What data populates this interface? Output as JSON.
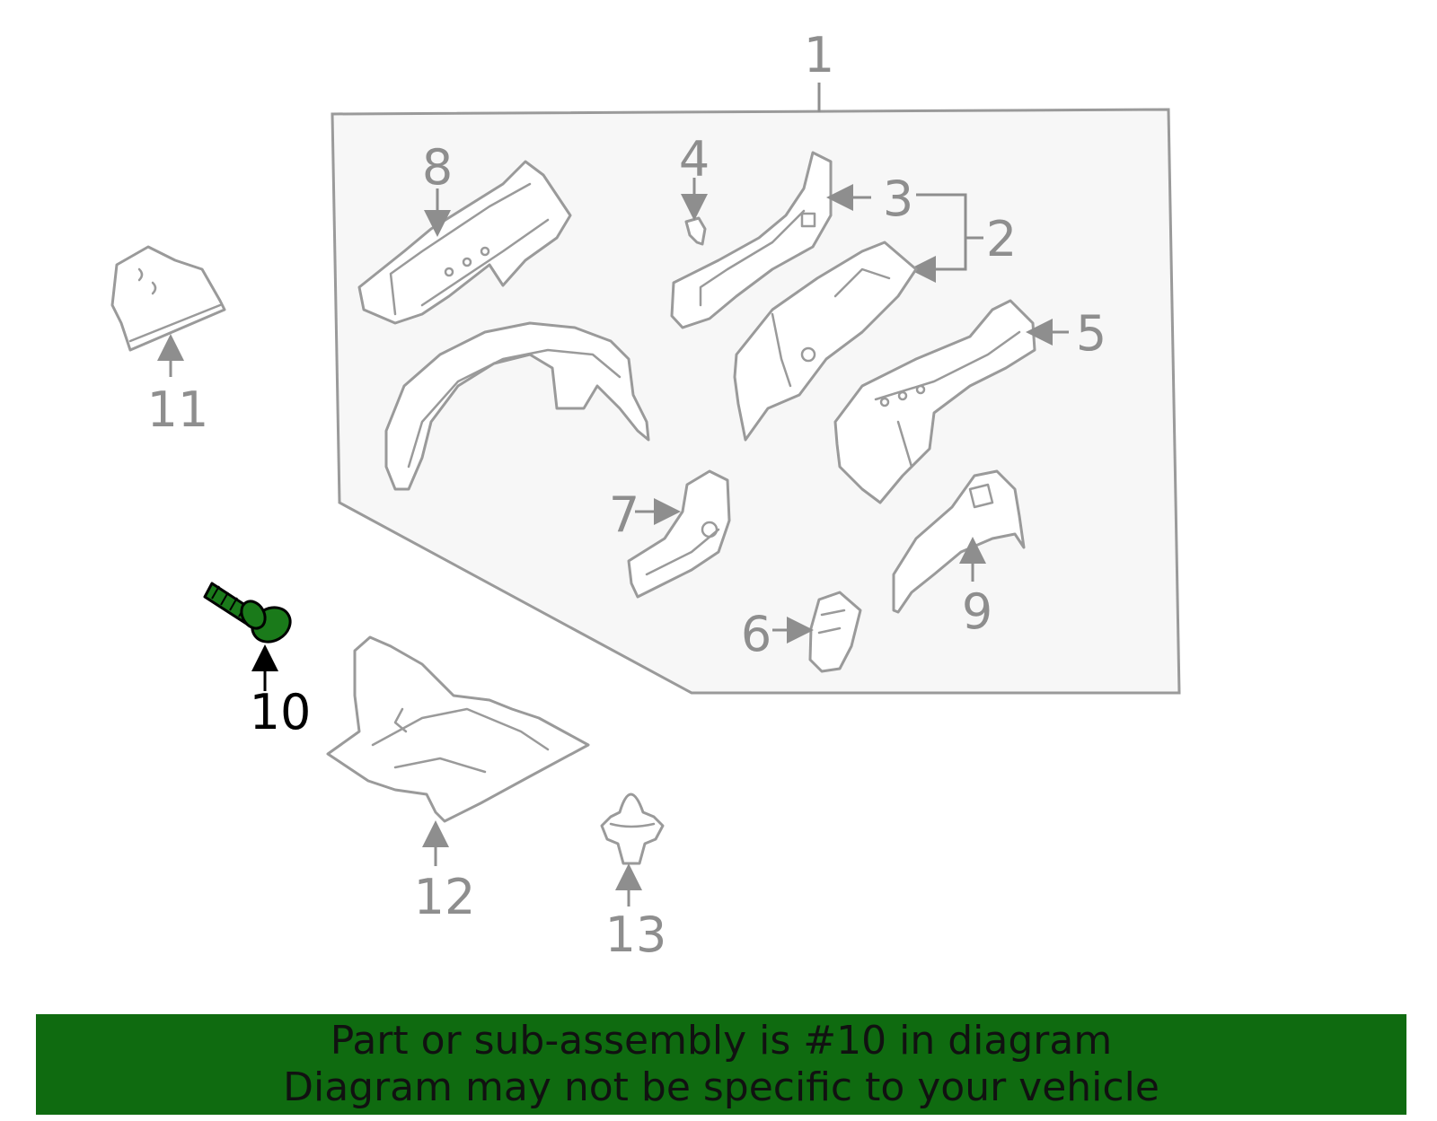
{
  "diagram": {
    "highlight_color": "#1a7a1a",
    "highlighted_part": "10",
    "callouts": [
      {
        "id": "c1",
        "text": "1"
      },
      {
        "id": "c2",
        "text": "2"
      },
      {
        "id": "c3",
        "text": "3"
      },
      {
        "id": "c4",
        "text": "4"
      },
      {
        "id": "c5",
        "text": "5"
      },
      {
        "id": "c6",
        "text": "6"
      },
      {
        "id": "c7",
        "text": "7"
      },
      {
        "id": "c8",
        "text": "8"
      },
      {
        "id": "c9",
        "text": "9"
      },
      {
        "id": "c10",
        "text": "10"
      },
      {
        "id": "c11",
        "text": "11"
      },
      {
        "id": "c12",
        "text": "12"
      },
      {
        "id": "c13",
        "text": "13"
      }
    ]
  },
  "banner": {
    "line1": "Part or sub-assembly is #10 in diagram",
    "line2": "Diagram may not be specific to your vehicle",
    "color": "#0f6b10"
  }
}
